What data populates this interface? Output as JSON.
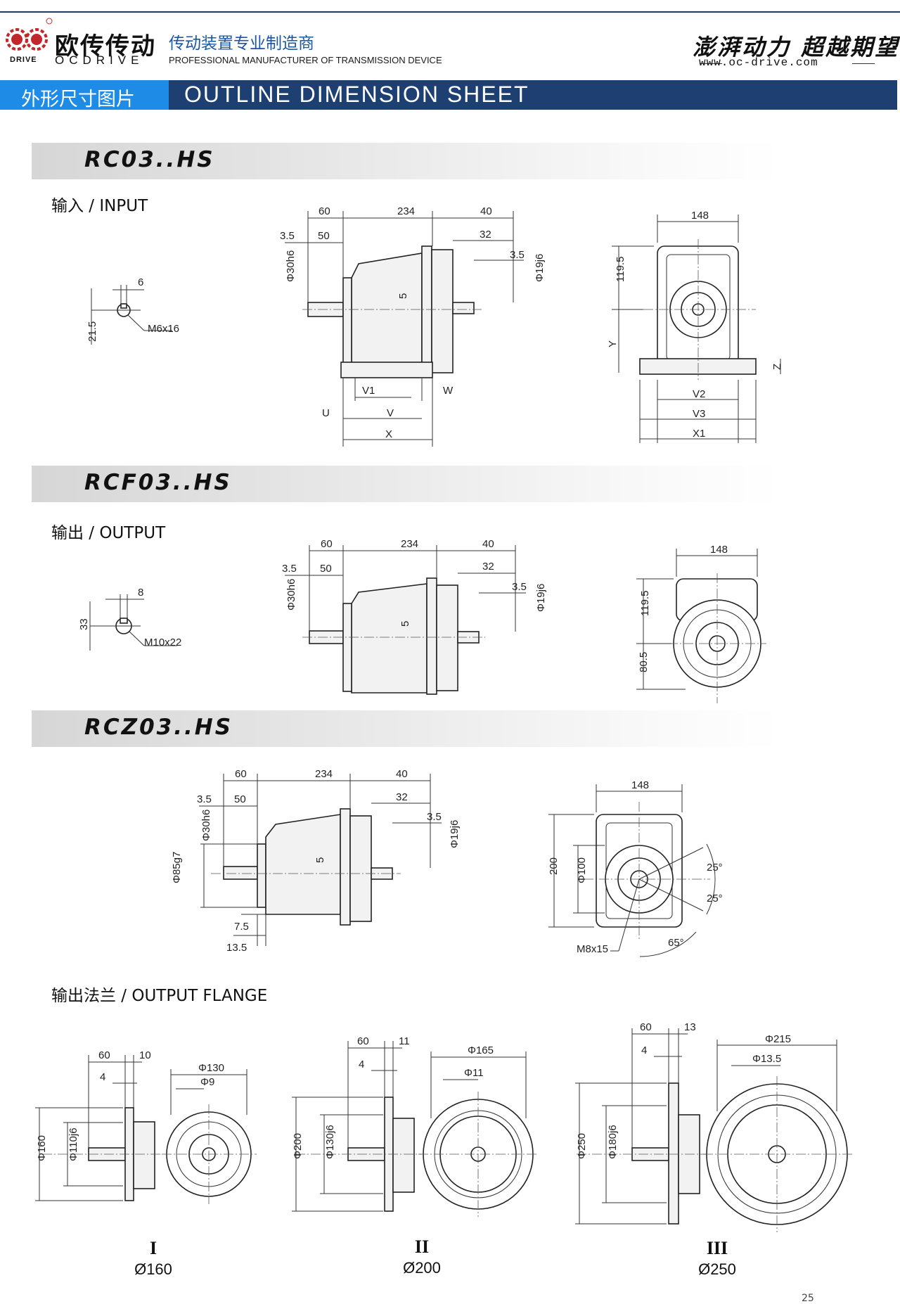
{
  "header": {
    "logo_cn": "欧传传动",
    "logo_en": "OCDRIVE",
    "logo_small": "DRIVE",
    "tagline_cn": "传动装置专业制造商",
    "tagline_en": "PROFESSIONAL MANUFACTURER OF TRANSMISSION DEVICE",
    "slogan": "澎湃动力 超越期望",
    "website": "www.oc-drive.com"
  },
  "banner": {
    "cn": "外形尺寸图片",
    "en": "OUTLINE DIMENSION SHEET"
  },
  "sections": {
    "rc": {
      "title": "RC03..HS",
      "label": "输入 / INPUT"
    },
    "rcf": {
      "title": "RCF03..HS",
      "label": "输出 / OUTPUT"
    },
    "rcz": {
      "title": "RCZ03..HS"
    },
    "flange": {
      "label": "输出法兰 / OUTPUT FLANGE"
    }
  },
  "dims": {
    "d60": "60",
    "d234": "234",
    "d40": "40",
    "d35": "3.5",
    "d50": "50",
    "d32": "32",
    "d30h6": "Φ30h6",
    "d19j6": "Φ19j6",
    "d5": "5",
    "d6": "6",
    "d215": "21.5",
    "m6": "M6x16",
    "d148": "148",
    "d1195": "119.5",
    "Y": "Y",
    "Z": "Z",
    "V1": "V1",
    "W": "W",
    "U": "U",
    "V": "V",
    "X": "X",
    "V2": "V2",
    "V3": "V3",
    "X1": "X1",
    "d8": "8",
    "d33": "33",
    "m10": "M10x22",
    "d805": "80.5",
    "d85g7": "Φ85g7",
    "d75": "7.5",
    "d135": "13.5",
    "d200": "200",
    "d100": "Φ100",
    "m8": "M8x15",
    "a25a": "25°",
    "a25b": "25°",
    "a65": "65°"
  },
  "flanges": [
    {
      "roman": "I",
      "size": "Ø160",
      "d_outer": "Φ160",
      "d_pilot": "Φ110j6",
      "pcd": "Φ130",
      "hole": "Φ9",
      "len": "60",
      "thick": "10",
      "step": "4"
    },
    {
      "roman": "II",
      "size": "Ø200",
      "d_outer": "Φ200",
      "d_pilot": "Φ130j6",
      "pcd": "Φ165",
      "hole": "Φ11",
      "len": "60",
      "thick": "11",
      "step": "4"
    },
    {
      "roman": "III",
      "size": "Ø250",
      "d_outer": "Φ250",
      "d_pilot": "Φ180j6",
      "pcd": "Φ215",
      "hole": "Φ13.5",
      "len": "60",
      "thick": "13",
      "step": "4"
    }
  ],
  "page_number": "25"
}
